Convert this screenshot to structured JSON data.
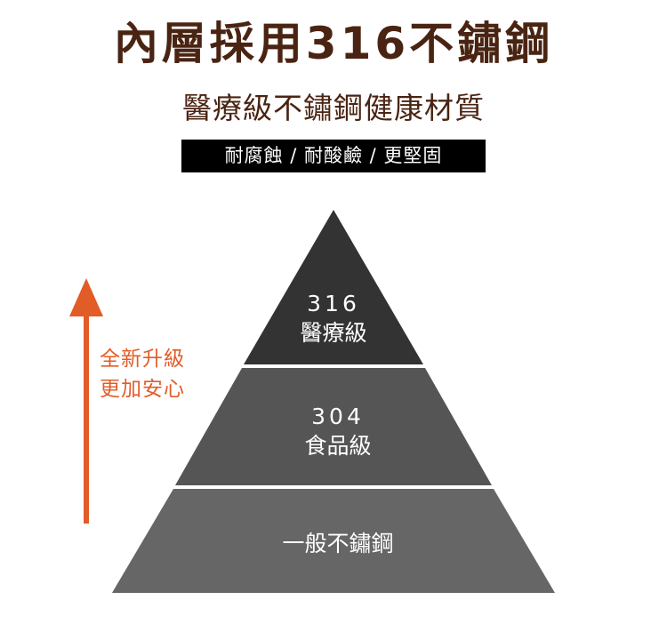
{
  "header": {
    "title": "內層採用316不鏽鋼",
    "subtitle": "醫療級不鏽鋼健康材質",
    "features": "耐腐蝕 / 耐酸鹼 / 更堅固"
  },
  "pyramid": {
    "tiers": [
      {
        "grade": "316",
        "label": "醫療級"
      },
      {
        "grade": "304",
        "label": "食品級"
      },
      {
        "grade": "",
        "label": "一般不鏽鋼"
      }
    ]
  },
  "side_note": {
    "line1": "全新升級",
    "line2": "更加安心"
  },
  "colors": {
    "title": "#4a2412",
    "subtitle": "#4a2412",
    "accent_arrow": "#e25c28",
    "tier_top": "#333333",
    "tier_middle": "#555555",
    "tier_bottom": "#666666",
    "tag_background": "#000000"
  }
}
